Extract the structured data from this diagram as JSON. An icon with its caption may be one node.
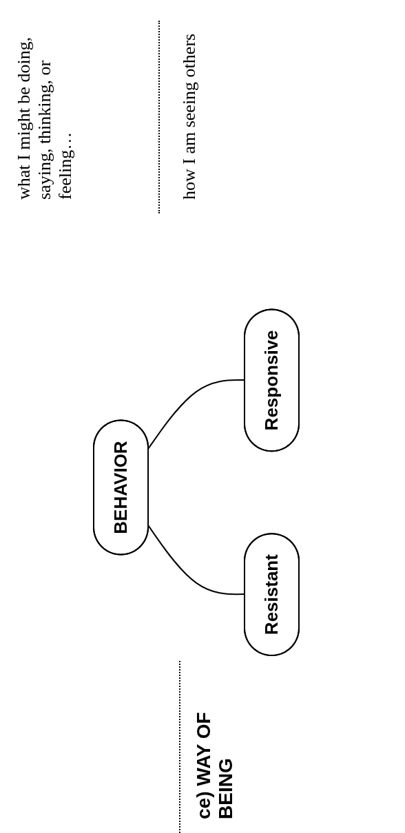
{
  "diagram": {
    "nodes": [
      {
        "text": [
          "BEHAVIOR"
        ]
      },
      {
        "text": [
          "Resistant"
        ]
      },
      {
        "text": [
          "Responsive"
        ]
      }
    ],
    "edges": [
      {
        "from": 0,
        "to": 1,
        "arrow": "none"
      },
      {
        "from": 0,
        "to": 2,
        "arrow": "none"
      }
    ],
    "labels": [
      "what I might be doing, saying, thinking, or feeling…",
      "how I am seeing others",
      "ce) WAY OF BEING"
    ]
  }
}
